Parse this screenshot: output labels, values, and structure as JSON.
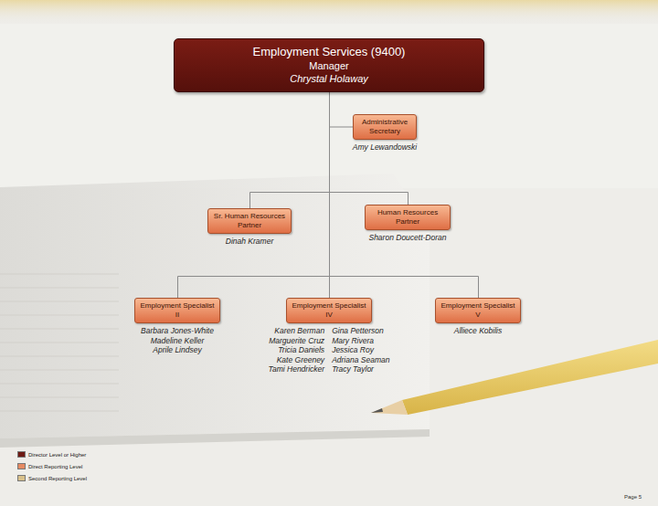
{
  "diagram": {
    "nodes": [
      {
        "text": [
          "Employment Services (9400)",
          "Manager",
          "Chrystal Holaway"
        ]
      },
      {
        "text": [
          "Administrative Secretary",
          "Amy Lewandowski"
        ]
      },
      {
        "text": [
          "Sr. Human Resources Partner",
          "Dinah Kramer"
        ]
      },
      {
        "text": [
          "Human Resources Partner",
          "Sharon Doucett-Doran"
        ]
      },
      {
        "text": [
          "Employment Specialist II",
          "Barbara Jones-White",
          "Madeline Keller",
          "Aprile Lindsey"
        ]
      },
      {
        "text": [
          "Employment Specialist IV",
          "Karen Berman",
          "Gina Petterson",
          "Marguerite Cruz",
          "Mary Rivera",
          "Tricia Daniels",
          "Jessica Roy",
          "Kate Greeney",
          "Adriana Seaman",
          "Tami Hendricker",
          "Tracy Taylor"
        ]
      },
      {
        "text": [
          "Employment Specialist V",
          "Alliece Kobilis"
        ]
      }
    ],
    "edges": [
      {
        "from": 0,
        "to": 1,
        "arrow": "none"
      },
      {
        "from": 0,
        "to": 2,
        "arrow": "none"
      },
      {
        "from": 0,
        "to": 3,
        "arrow": "none"
      },
      {
        "from": 0,
        "to": 4,
        "arrow": "none"
      },
      {
        "from": 0,
        "to": 5,
        "arrow": "none"
      },
      {
        "from": 0,
        "to": 6,
        "arrow": "none"
      }
    ],
    "labels": [
      "Page 5"
    ],
    "legend": [
      {
        "text": "Director Level or Higher",
        "color": "#6e1a14"
      },
      {
        "text": "Direct Reporting Level",
        "color": "#e58a62"
      },
      {
        "text": "Second Reporting Level",
        "color": "#d8c08a"
      }
    ]
  }
}
